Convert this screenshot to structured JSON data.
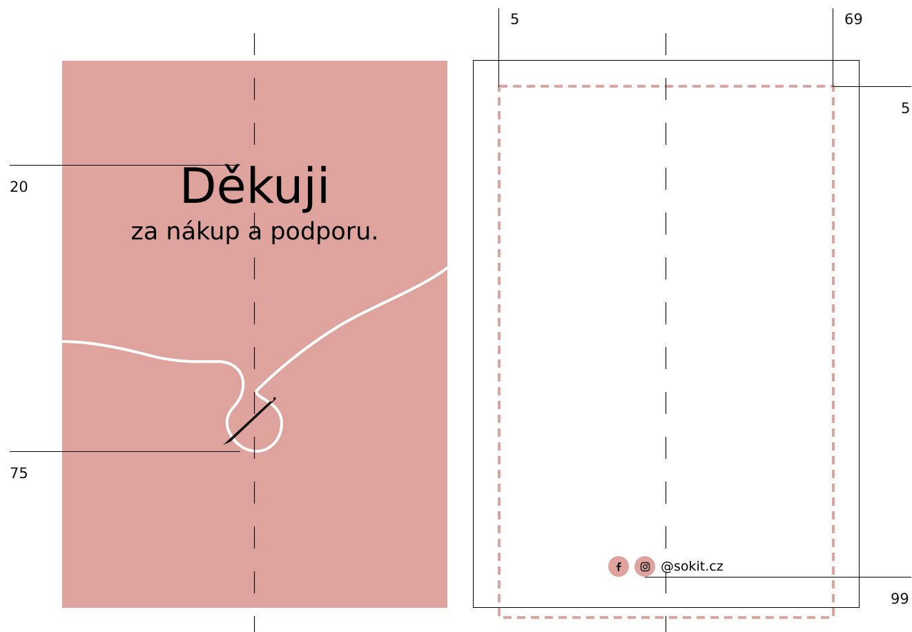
{
  "front": {
    "title": "Děkuji",
    "subtitle": "za nákup a podporu.",
    "background_color": "#dea39d",
    "thread_color": "#ffffff",
    "needle_icon": "needle-icon"
  },
  "back": {
    "safe_zone_color": "#dea39d",
    "social": {
      "icons": [
        "facebook-icon",
        "instagram-icon"
      ],
      "handle": "@sokit.cz"
    }
  },
  "measurements": {
    "front_top": "20",
    "front_bottom": "75",
    "back_left": "5",
    "back_right": "69",
    "back_top": "5",
    "back_bottom": "99"
  }
}
